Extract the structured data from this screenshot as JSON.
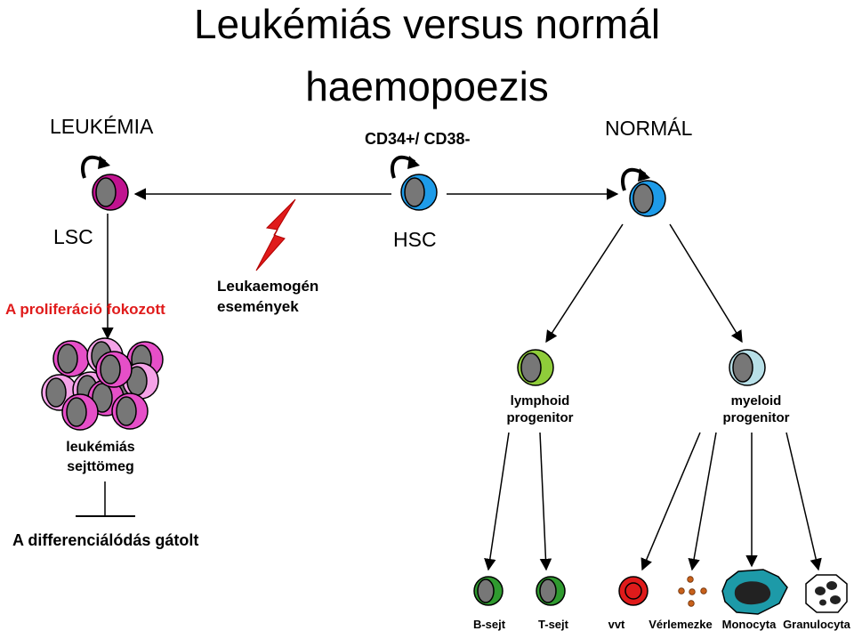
{
  "title_line1": "Leukémiás versus normál",
  "title_line2": "haemopoezis",
  "labels": {
    "leukemia": "LEUKÉMIA",
    "normal": "NORMÁL",
    "marker": "CD34+/ CD38-",
    "lsc": "LSC",
    "hsc": "HSC",
    "proliferation": "A proliferáció fokozott",
    "leukaemogen_1": "Leukaemogén",
    "leukaemogen_2": "események",
    "mass_1": "leukémiás",
    "mass_2": "sejttömeg",
    "lymphoid_1": "lymphoid",
    "lymphoid_2": "progenitor",
    "myeloid_1": "myeloid",
    "myeloid_2": "progenitor",
    "diff_blocked": "A differenciálódás  gátolt"
  },
  "cell_types": [
    "B-sejt",
    "T-sejt",
    "vvt",
    "Vérlemezke",
    "Monocyta",
    "Granulocyta"
  ],
  "colors": {
    "lsc": "#c0138f",
    "leukemic_light": "#f5a3e8",
    "leukemic_mid": "#e64fc8",
    "hsc": "#1e9be8",
    "lymphoid": "#8fcc3a",
    "myeloid": "#b8e0e8",
    "bcell": "#2f9a2f",
    "rbc": "#e01b1b",
    "monocyte": "#1d9aa8",
    "lightning": "#e01b1b"
  }
}
